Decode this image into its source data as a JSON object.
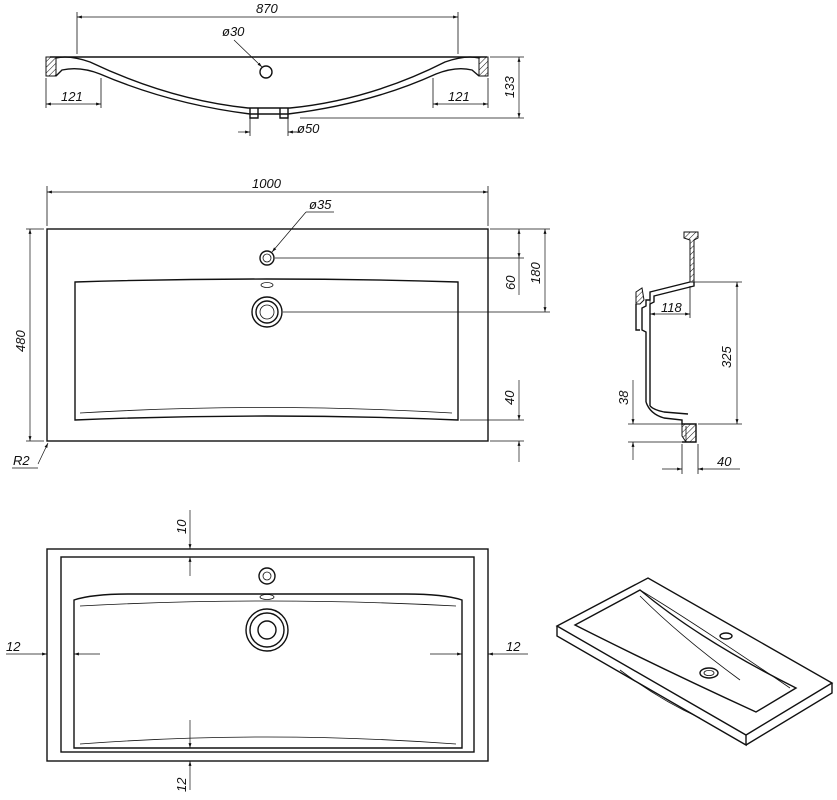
{
  "drawings": {
    "front_section": {
      "width": "870",
      "tap_hole": "ø30",
      "drain": "ø50",
      "rim_left": "121",
      "rim_right": "121",
      "height": "133"
    },
    "top_view": {
      "width": "1000",
      "depth": "480",
      "tap_hole": "ø35",
      "tap_offset_a": "60",
      "tap_offset_b": "180",
      "front_rim": "40",
      "corner_radius": "R2"
    },
    "side_section": {
      "overflow_depth": "118",
      "bowl_depth": "325",
      "bottom": "38",
      "edge": "40"
    },
    "bottom_view": {
      "rim_top": "10",
      "rim_bottom": "12",
      "rim_left": "12",
      "rim_right": "12"
    }
  }
}
